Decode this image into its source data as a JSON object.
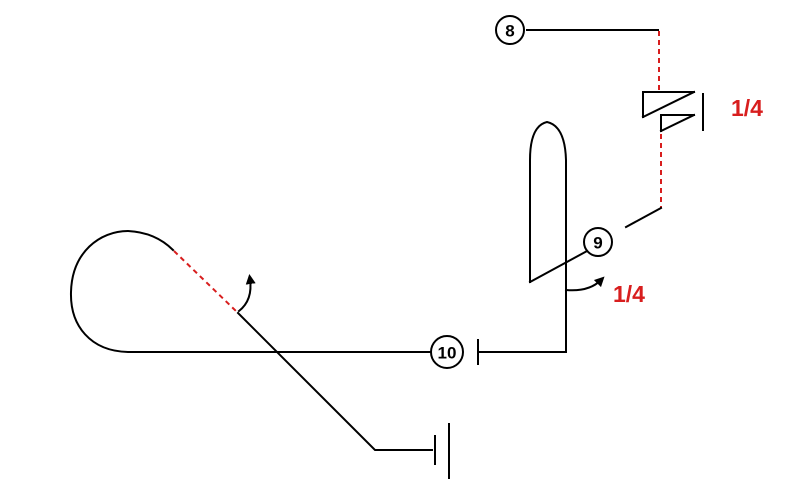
{
  "nodes": [
    {
      "id": "8",
      "label": "8"
    },
    {
      "id": "9",
      "label": "9"
    },
    {
      "id": "10",
      "label": "10"
    }
  ],
  "annotations": {
    "upper_fraction": "1/4",
    "lower_fraction": "1/4"
  },
  "colors": {
    "line": "#000000",
    "dashed_segment": "#d81e1e",
    "fraction_text": "#d81e1e"
  }
}
